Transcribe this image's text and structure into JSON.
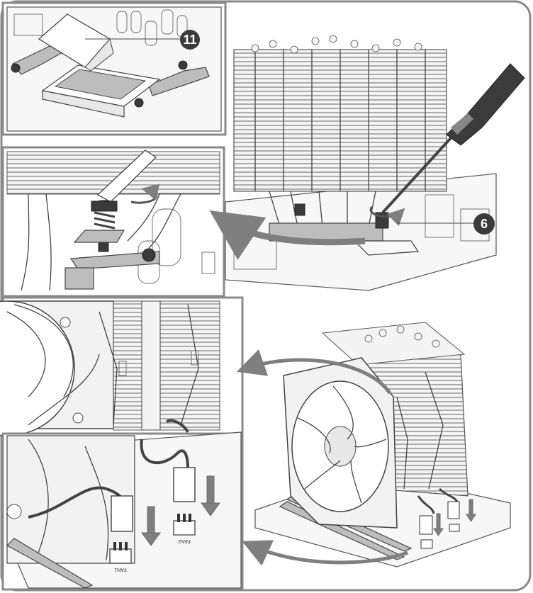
{
  "callouts": [
    {
      "id": "step-11",
      "label": "11"
    },
    {
      "id": "step-6",
      "label": "6"
    }
  ],
  "connectors": [
    {
      "id": "header-left",
      "label": "FAN1"
    },
    {
      "id": "header-right",
      "label": "FAN2"
    }
  ],
  "colors": {
    "frame": "#8a8a8a",
    "arrow": "#7f7f7f",
    "badge": "#3a3a3a",
    "paste": "#bdbdbd"
  },
  "icons": [
    "screwdriver-icon",
    "rotate-arrow-icon",
    "down-arrow-icon",
    "curved-arrow-icon"
  ]
}
